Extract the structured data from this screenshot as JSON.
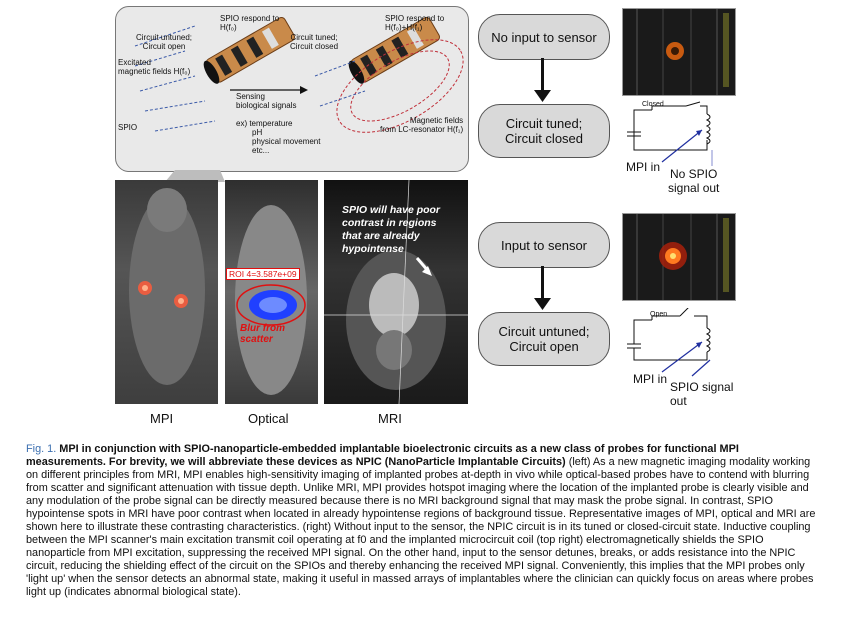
{
  "left_panel": {
    "labels": {
      "spio_respond_left": "SPIO respond to",
      "spio_respond_left_freq": "H(f₀)",
      "circuit_untuned": "Circuit untuned;",
      "circuit_open": "Circuit open",
      "excited_fields": "Excitated",
      "excited_fields2": "magnetic fields H(f₀)",
      "spio": "SPIO",
      "circuit_tuned": "Circuit tuned;",
      "circuit_closed": "Circuit closed",
      "spio_respond_right": "SPIO respond to",
      "spio_respond_right_freq": "H(f₀)+H(f₁)",
      "sensing": "Sensing",
      "sensing2": "biological signals",
      "examples1": "ex) temperature",
      "examples2": "pH",
      "examples3": "physical movement",
      "examples4": "etc...",
      "mag_fields": "Magnetic fields",
      "mag_fields2": "from LC-resonator H(f₁)"
    },
    "images": {
      "roi_label": "ROI 4=3.587e+09",
      "blur_label1": "Blur from",
      "blur_label2": "scatter",
      "mri_note1": "SPIO will have poor",
      "mri_note2": "contrast in regions",
      "mri_note3": "that are already",
      "mri_note4": "hypointense"
    },
    "image_titles": [
      "MPI",
      "Optical",
      "MRI"
    ]
  },
  "right_panel": {
    "box1": "No input to sensor",
    "box2_line1": "Circuit tuned;",
    "box2_line2": "Circuit closed",
    "box3": "Input to sensor",
    "box4_line1": "Circuit untuned;",
    "box4_line2": "Circuit open",
    "circuit_top": {
      "switch_label": "Closed",
      "mpi_in": "MPI in",
      "signal_out1": "No SPIO",
      "signal_out2": "signal out"
    },
    "circuit_bottom": {
      "switch_label": "Open",
      "mpi_in": "MPI in",
      "signal_out1": "SPIO signal",
      "signal_out2": "out"
    }
  },
  "caption": {
    "figno": "Fig. 1.",
    "bold": "MPI in conjunction with SPIO-nanoparticle-embedded implantable bioelectronic circuits as a new class of probes for functional MPI measurements. For brevity, we will abbreviate these devices as NPIC (NanoParticle Implantable Circuits)",
    "body": " (left) As a new magnetic imaging modality working on different principles from MRI, MPI enables high-sensitivity imaging of implanted probes at-depth in vivo while optical-based probes have to contend with blurring from scatter and significant attenuation with tissue depth. Unlike MRI, MPI provides hotspot imaging where the location of the implanted probe is clearly visible and any modulation of the probe signal can be directly measured because there is no MRI background signal that may mask the probe signal. In contrast, SPIO hypointense spots in MRI have poor contrast when located in already hypointense regions of background tissue. Representative images of MPI, optical and MRI are shown here to illustrate these contrasting characteristics. (right) Without input to the sensor, the NPIC circuit is in its tuned or closed-circuit state. Inductive coupling between the MPI scanner's main excitation transmit coil operating at f0 and the implanted microcircuit coil (top right) electromagnetically shields the SPIO nanoparticle from MPI excitation, suppressing the received MPI signal. On the other hand, input to the sensor detunes, breaks, or adds resistance into the NPIC circuit, reducing the shielding effect of the circuit on the SPIOs and thereby enhancing the received MPI signal. Conveniently, this implies that the MPI probes only 'light up' when the sensor detects an abnormal state, making it useful in massed arrays of implantables where the clinician can quickly focus on areas where probes light up (indicates abnormal biological state)."
  }
}
